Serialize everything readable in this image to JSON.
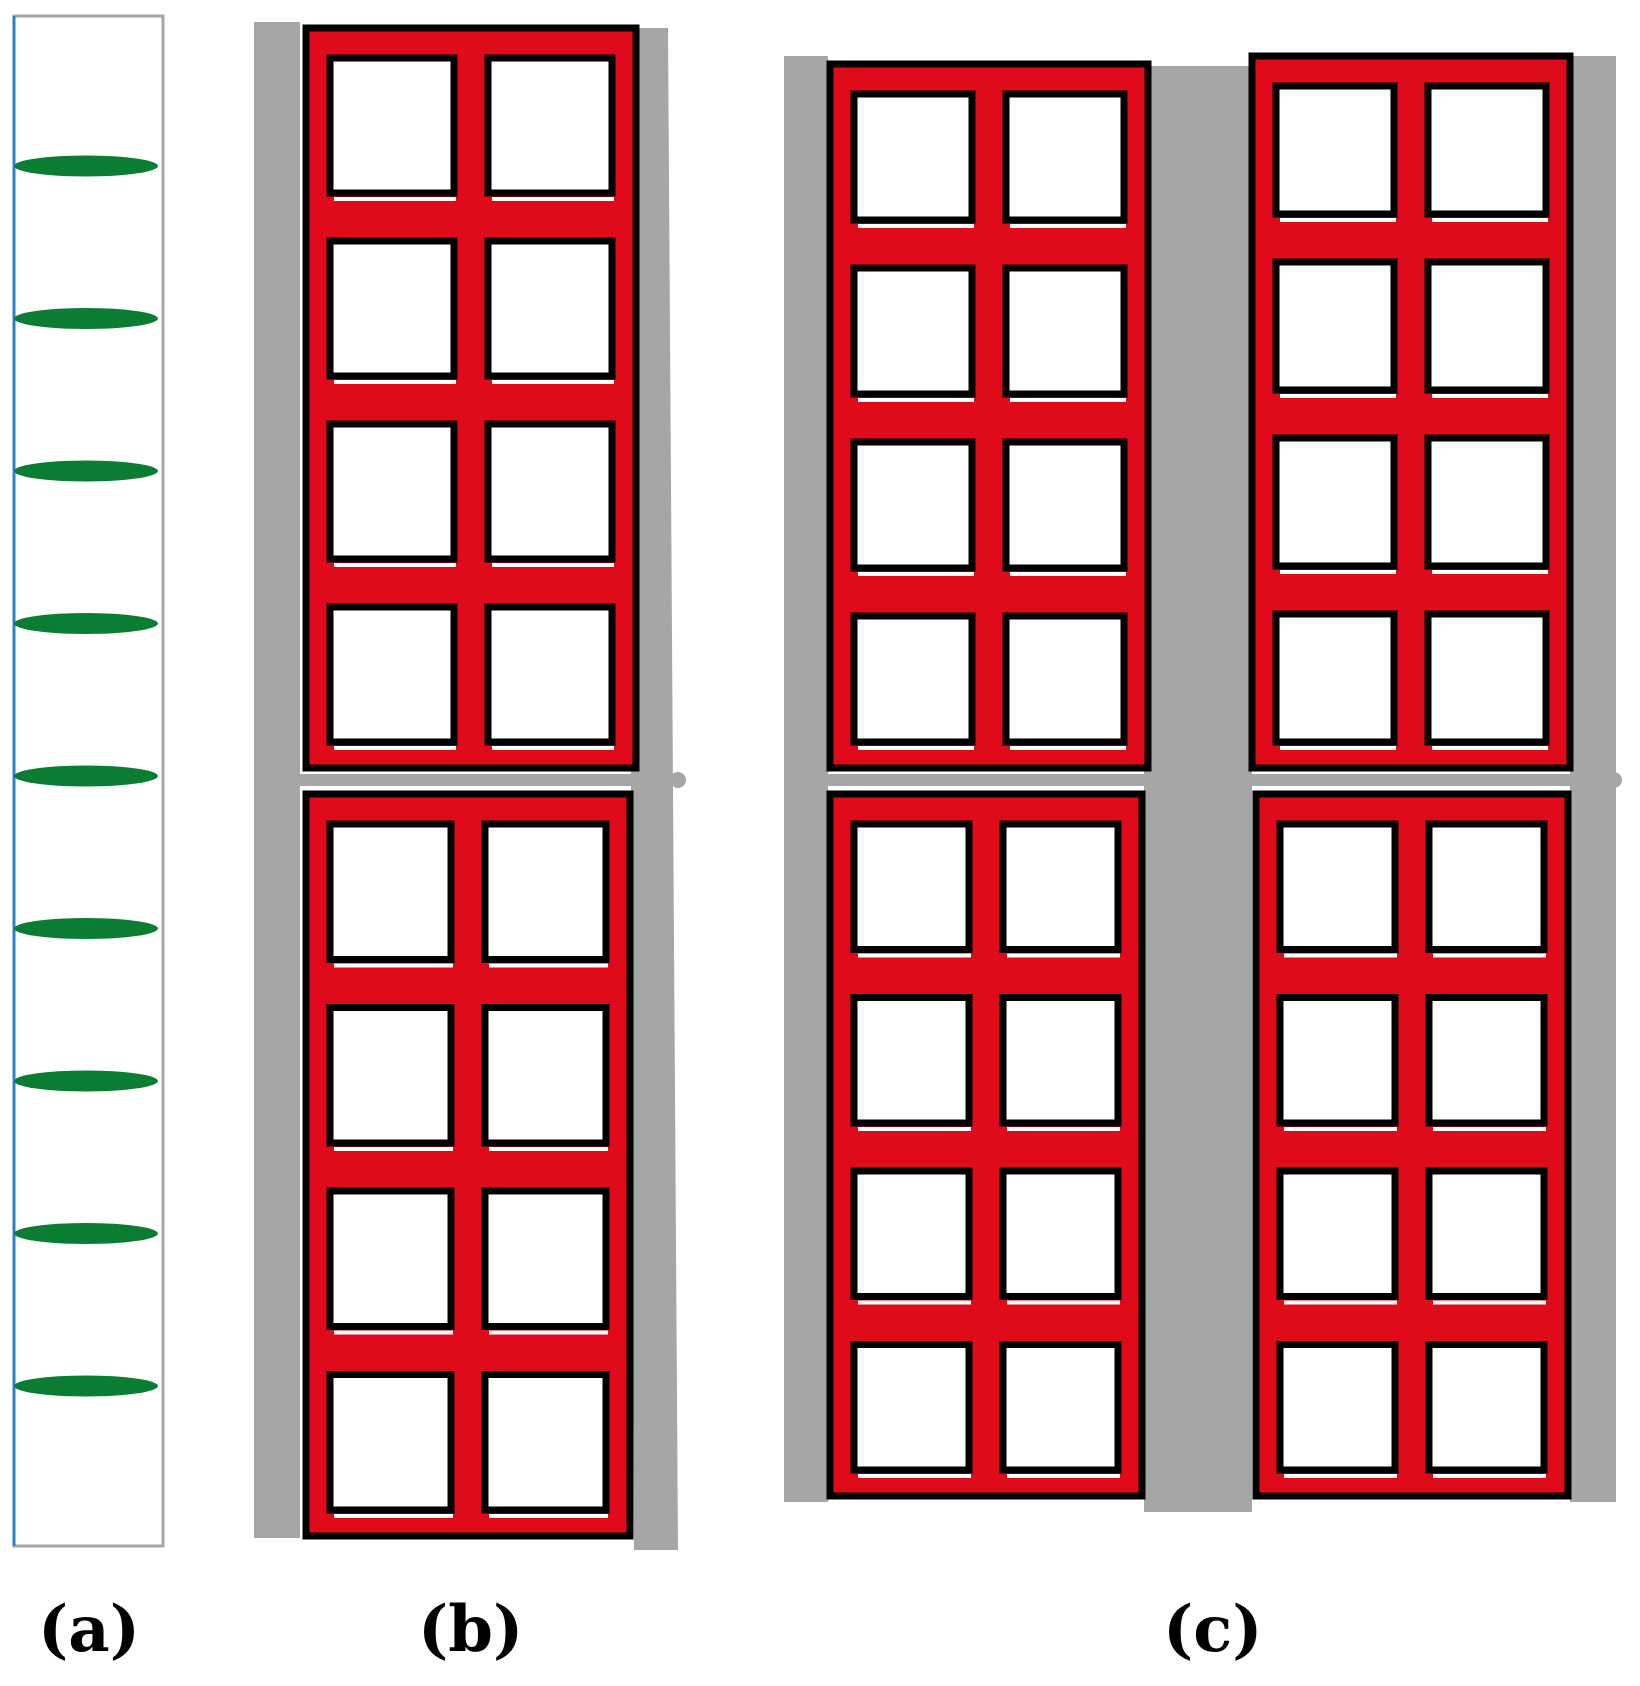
{
  "colors": {
    "leaf": "#0b7d32",
    "tube_left_edge": "#2f7fc4",
    "tube_right_edge": "#a6a6a6",
    "support": "#a6a6a6",
    "frame": "#e00b1a",
    "outline": "#000000",
    "cell": "#ffffff"
  },
  "panels": {
    "a": {
      "label": "(a)",
      "leaf_count": 9
    },
    "b": {
      "label": "(b)",
      "module_rows": 2,
      "module_cols": 1,
      "cells_per_module": {
        "rows": 4,
        "cols": 2
      }
    },
    "c": {
      "label": "(c)",
      "module_rows": 2,
      "module_cols": 2,
      "cells_per_module": {
        "rows": 4,
        "cols": 2
      }
    }
  }
}
